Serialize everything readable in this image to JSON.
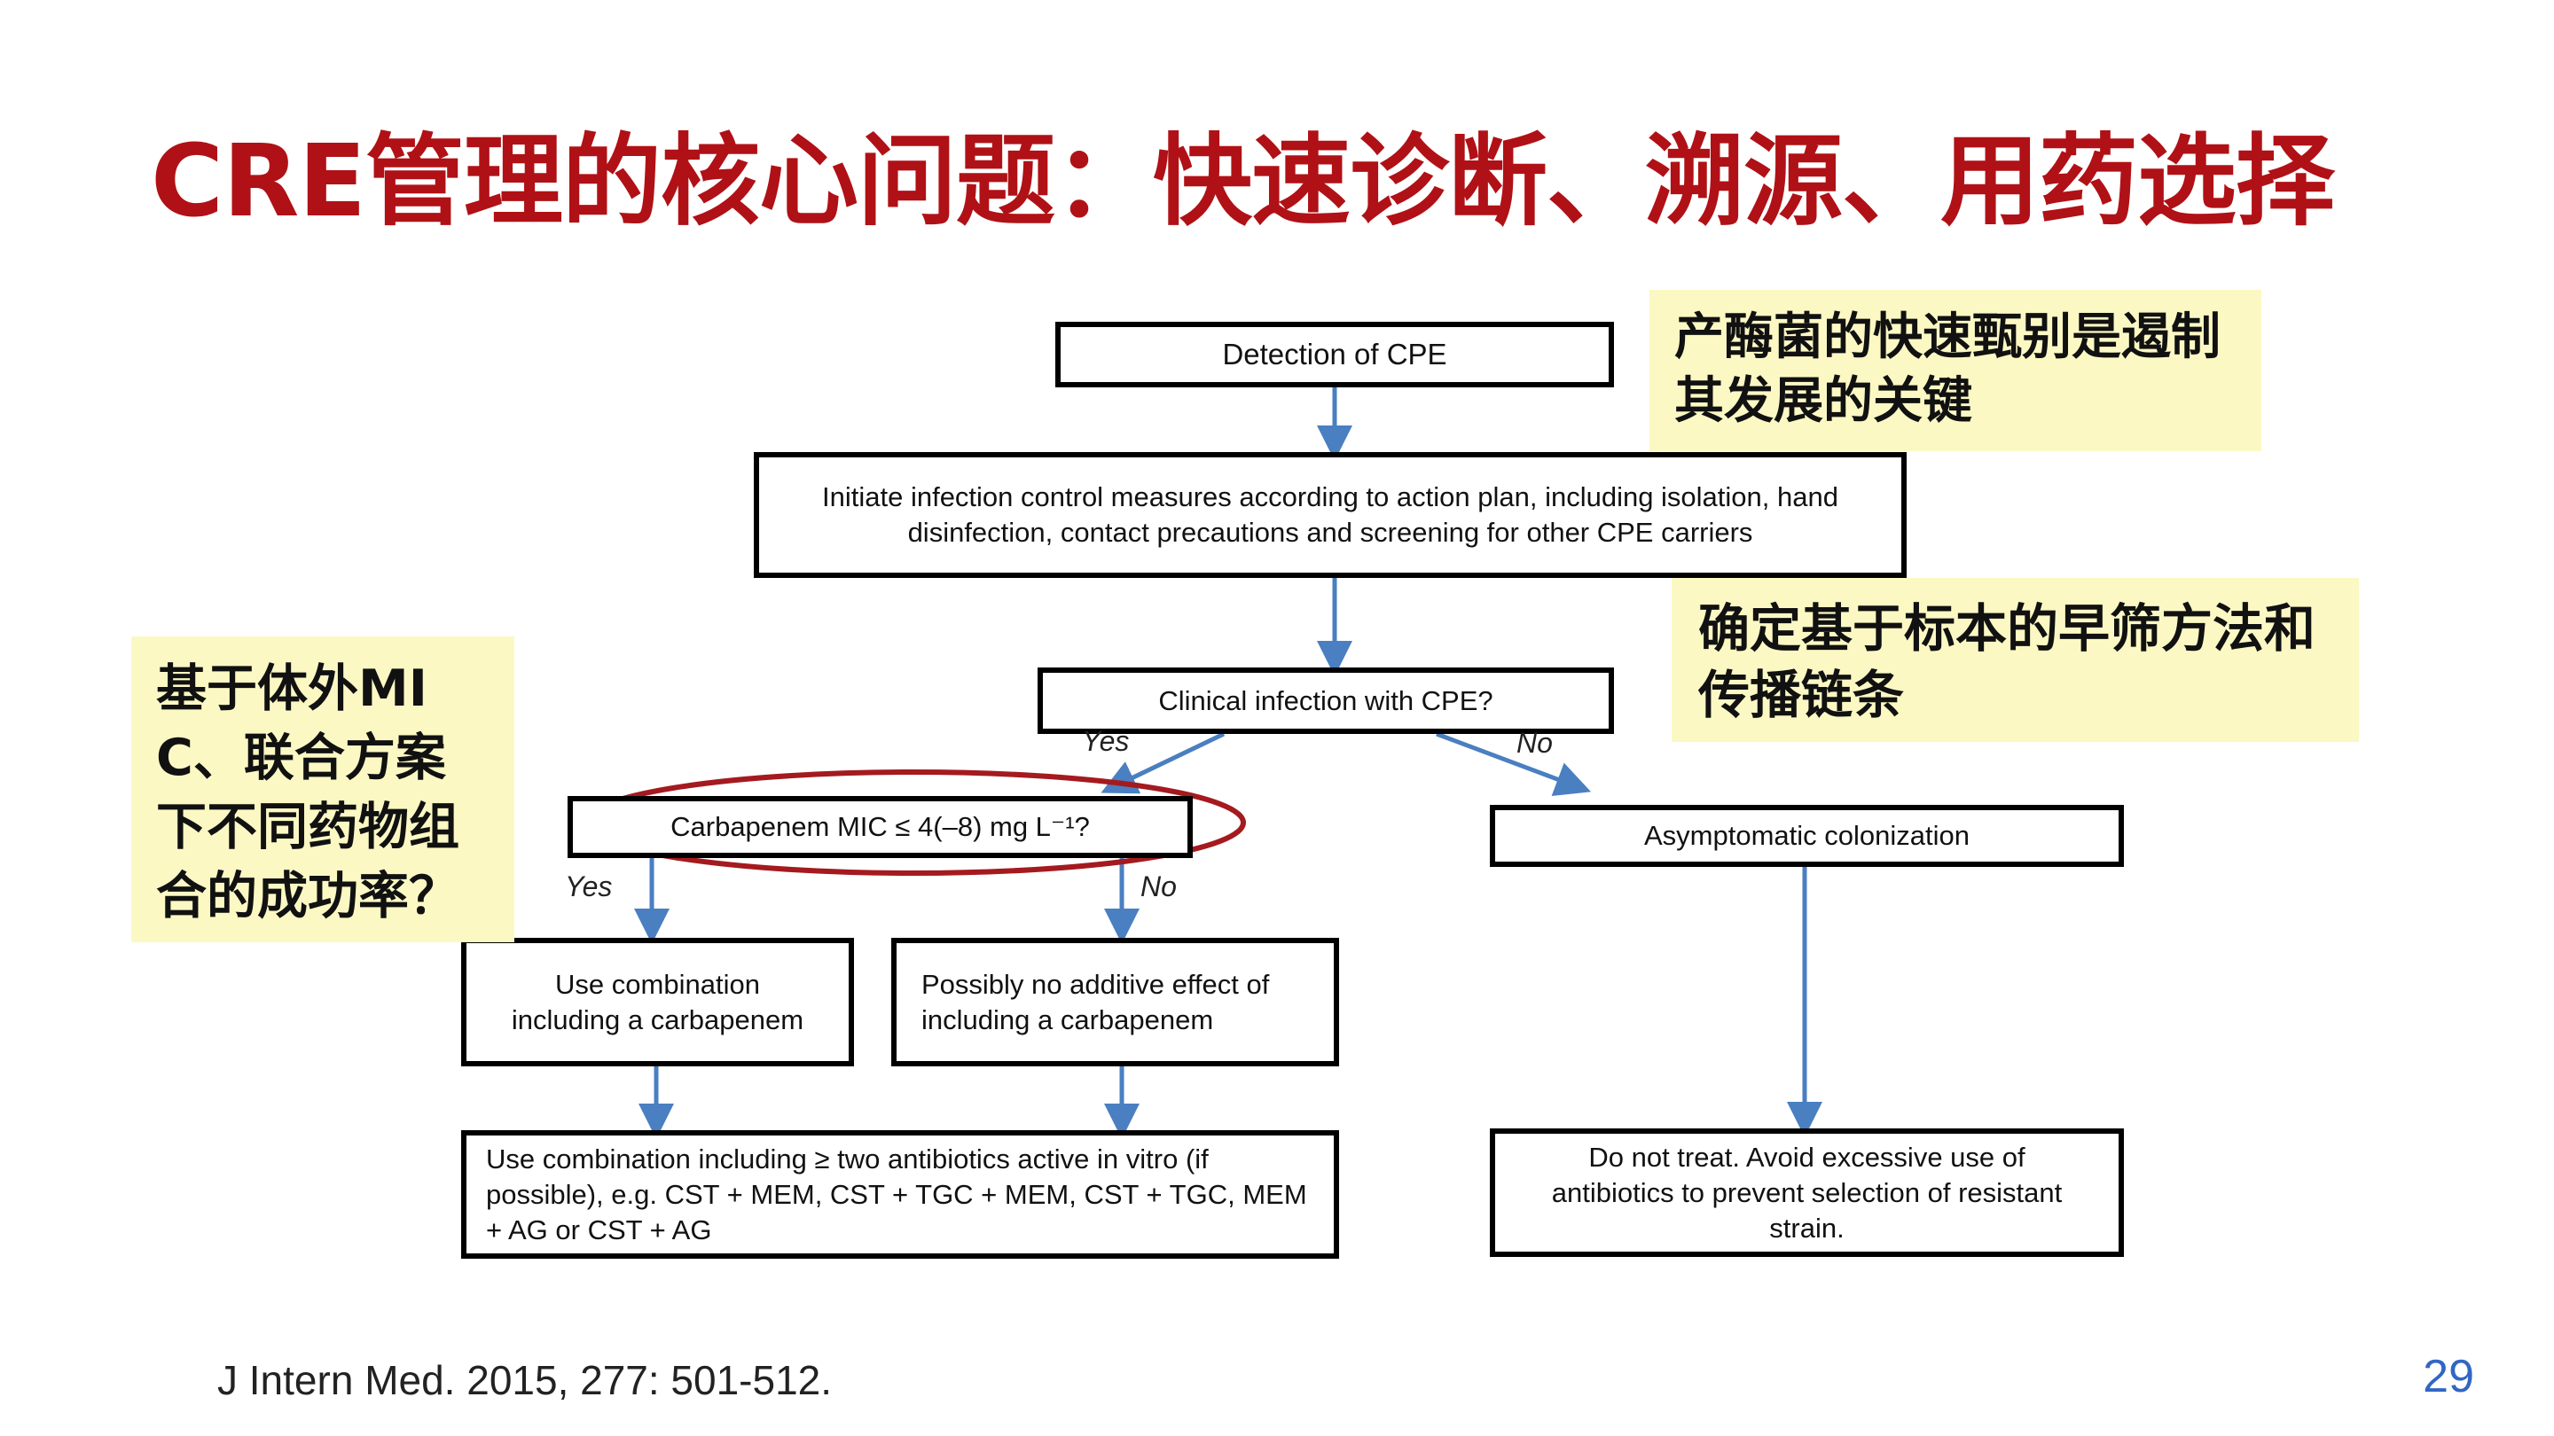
{
  "title": "CRE管理的核心问题：快速诊断、溯源、用药选择",
  "flowchart": {
    "detection": "Detection of CPE",
    "initiate": "Initiate infection control measures according to action plan, including isolation, hand disinfection, contact precautions and screening for other CPE carriers",
    "clinical": "Clinical infection with CPE?",
    "mic": "Carbapenem MIC ≤ 4(–8) mg L⁻¹?",
    "asymptomatic": "Asymptomatic colonization",
    "use_combo": "Use combination including a carbapenem",
    "possibly": "Possibly no additive effect of including a carbapenem",
    "use_two": "Use combination including ≥ two antibiotics active in vitro (if possible), e.g. CST + MEM, CST + TGC + MEM, CST + TGC, MEM + AG or CST + AG",
    "do_not_treat": "Do not treat. Avoid excessive use of antibiotics to prevent selection of resistant strain.",
    "yes_label": "Yes",
    "no_label": "No"
  },
  "notes": {
    "rapid": "产酶菌的快速甄别是遏制其发展的关键",
    "screening": "确定基于标本的早筛方法和传播链条",
    "mic": "基于体外MIC、联合方案下不同药物组合的成功率？"
  },
  "citation": "J Intern Med. 2015, 277: 501-512.",
  "page_number": "29",
  "colors": {
    "title": "#b01116",
    "arrow": "#4a7fc1",
    "highlight_ellipse": "#a41a1f",
    "note_bg": "#fbf8c4",
    "page_number": "#3266c4"
  }
}
